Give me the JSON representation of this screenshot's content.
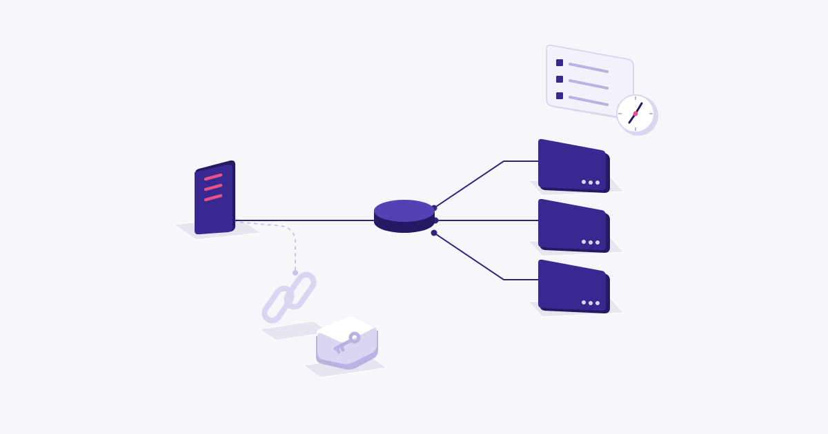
{
  "diagram": {
    "colors": {
      "background": "#f6f6fb",
      "primary": "#37298f",
      "primary_dark": "#231a63",
      "primary_light": "#5442b5",
      "accent": "#e8508a",
      "muted": "#d9d6f1",
      "muted_stroke": "#b9b3e2",
      "connector": "#2e2478",
      "dashed": "#c9c4e8",
      "floor": "#e6e5f0"
    },
    "nodes": [
      {
        "id": "source-document",
        "kind": "document",
        "icon": "document-icon"
      },
      {
        "id": "hub",
        "kind": "hub",
        "icon": "hub-disc-icon"
      },
      {
        "id": "server-1",
        "kind": "server",
        "icon": "server-icon"
      },
      {
        "id": "server-2",
        "kind": "server",
        "icon": "server-icon"
      },
      {
        "id": "server-3",
        "kind": "server",
        "icon": "server-icon"
      },
      {
        "id": "link",
        "kind": "auxiliary",
        "icon": "chain-link-icon"
      },
      {
        "id": "key",
        "kind": "auxiliary",
        "icon": "key-icon"
      },
      {
        "id": "schedule",
        "kind": "auxiliary",
        "icon": "checklist-clock-icon"
      }
    ],
    "edges": [
      {
        "from": "source-document",
        "to": "hub",
        "style": "solid"
      },
      {
        "from": "hub",
        "to": "server-1",
        "style": "solid"
      },
      {
        "from": "hub",
        "to": "server-2",
        "style": "solid"
      },
      {
        "from": "hub",
        "to": "server-3",
        "style": "solid"
      },
      {
        "from": "source-document",
        "to": "link",
        "style": "dashed"
      }
    ]
  }
}
